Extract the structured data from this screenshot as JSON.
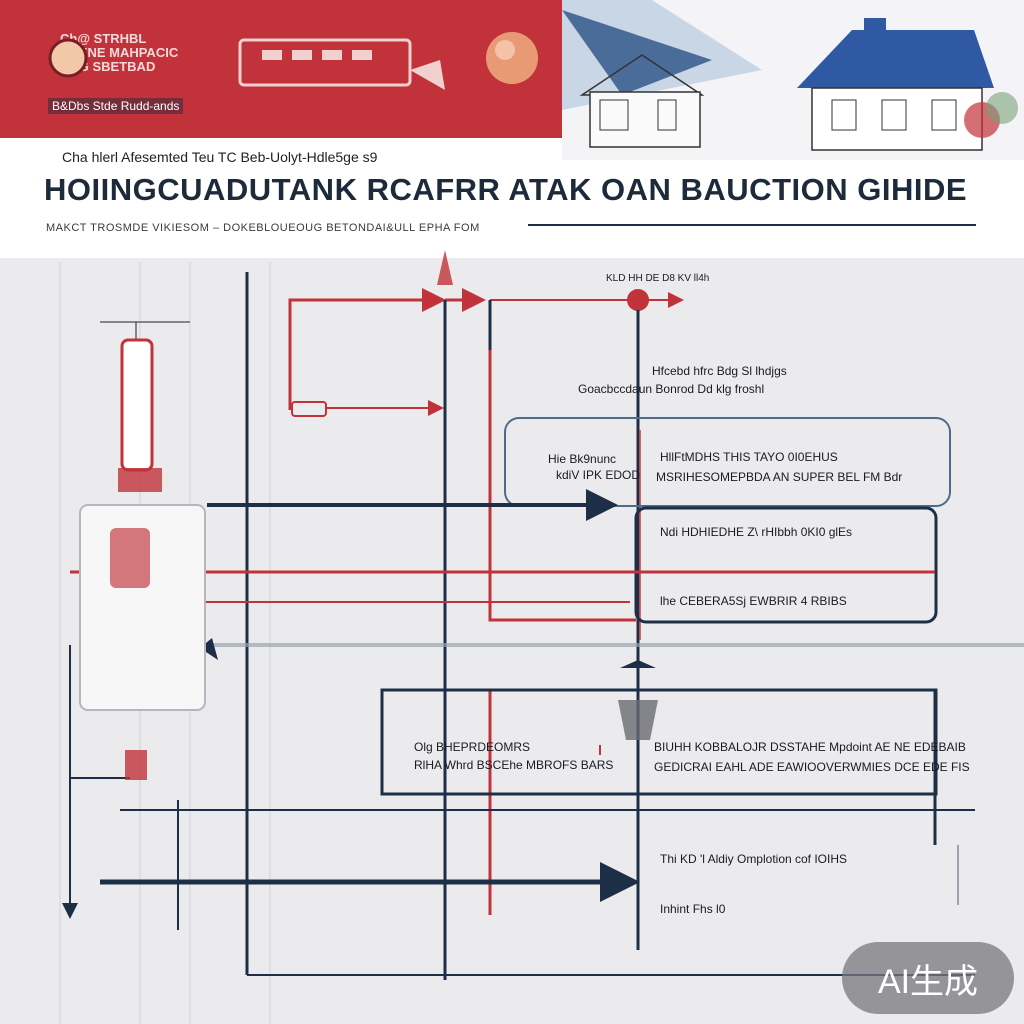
{
  "header": {
    "logo_text": "Ch@ STRHBL OPENE MAHPACIC BAG SBETBAD",
    "logo_tagline": "B&Dbs Stde Rudd-ands",
    "kicker": "Cha hlerl Afesemted Teu TC Beb-Uolyt-Hdle5ge s9",
    "title": "HOIINGCUADUTANK  RCAFRR  ATAK  OAN  BAUCTION  GIHIDE",
    "subtitle": "MAKCT TROSMDE VIKIESOM  –  DOKEBLOUEOUG BETONDAI&ULL EPHA FOM"
  },
  "labels": {
    "top_arrow": "KLD HH DE D8 KV ll4h",
    "l1_a": "Hfcebd hfrc Bdg Sl lhdjgs",
    "l1_b": "Goacbccdaun Bonrod Dd klg froshl",
    "l2_left_a": "Hie Bk9nunc",
    "l2_left_b": "kdiV IPK EDOD",
    "l2_a": "HllFtMDHS THIS TAYO 0I0EHUS",
    "l2_b": "MSRIHESOMEPBDA AN SUPER BEL FM Bdr",
    "l3": "Ndi HDHIEDHE Z\\ rHIbbh 0KI0 glEs",
    "l4": "lhe CEBERA5Sj EWBRIR 4 RBIBS",
    "box_left_a": "Olg BHEPRDEOMRS",
    "box_left_b": "RlHA Whrd BSCEhe MBROFS BARS",
    "box_right_a": "BIUHH KOBBALOJR DSSTAHE Mpdoint AE NE EDEBAIB",
    "box_right_b": "GEDICRAI EAHL ADE EAWIOOVERWMIES DCE EDE FIS",
    "l5": "Thi KD 'l Aldiy Omplotion cof IOIHS",
    "l6": "Inhint Fhs l0",
    "badge": "AI生成"
  },
  "colors": {
    "red": "#c2323a",
    "navy": "#1d2f47",
    "light_red": "#d66a6e",
    "slate": "#4d6b8a",
    "background": "#ebebed"
  }
}
